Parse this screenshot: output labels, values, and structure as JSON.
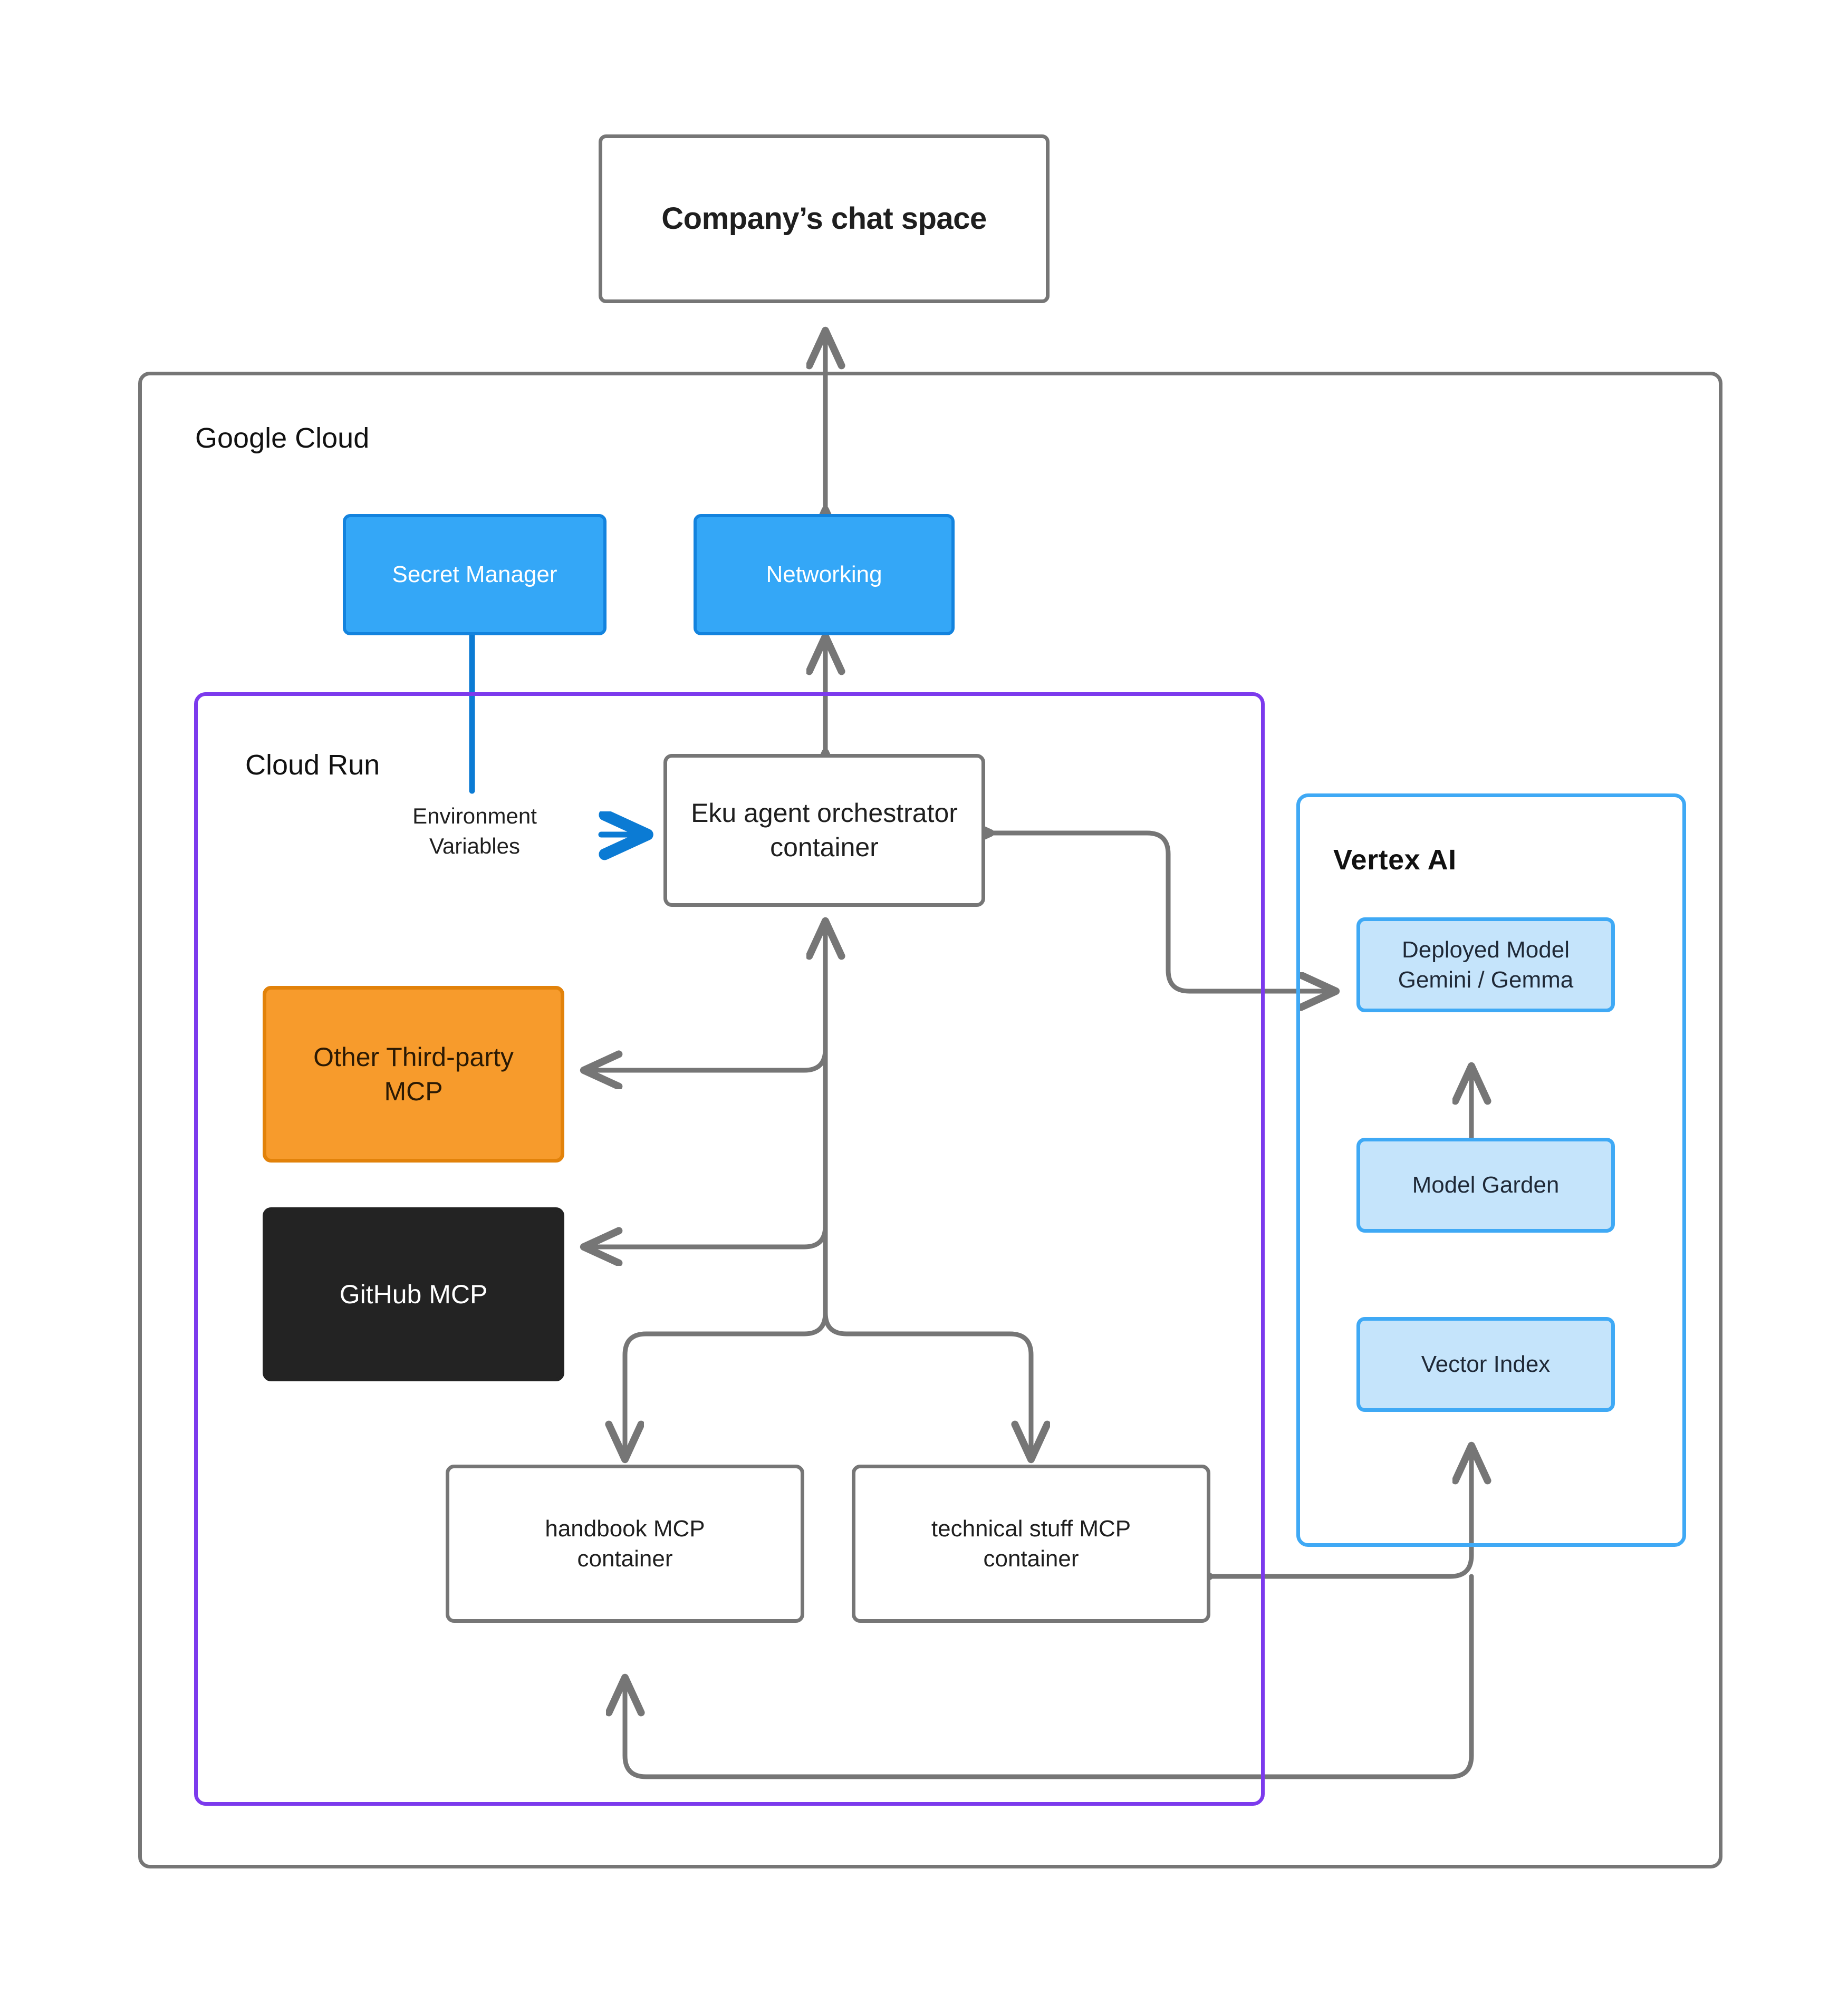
{
  "diagram": {
    "title": "Google Cloud Eku agent architecture",
    "colors": {
      "gray_stroke": "#767676",
      "purple_group": "#7C3AED",
      "vertex_blue": "#3FA9F5",
      "blue_node": "#34A7F7",
      "blue_node_border": "#1383DE",
      "light_blue_node": "#C5E4FB",
      "orange_node": "#F79B2C",
      "orange_node_border": "#E2820A",
      "dark_node": "#232323",
      "env_arrow_blue": "#0B7BD4"
    }
  },
  "nodes": {
    "chat_space": "Company’s chat space",
    "secret_manager": "Secret Manager",
    "networking": "Networking",
    "env_variables": "Environment\nVariables",
    "env_variables_line1": "Environment",
    "env_variables_line2": "Variables",
    "orchestrator_line1": "Eku agent orchestrator",
    "orchestrator_line2": "container",
    "other_mcp_line1": "Other Third-party",
    "other_mcp_line2": "MCP",
    "github_mcp": "GitHub MCP",
    "handbook_line1": "handbook MCP",
    "handbook_line2": "container",
    "technical_line1": "technical stuff MCP",
    "technical_line2": "container",
    "deployed_model_line1": "Deployed Model",
    "deployed_model_line2": "Gemini / Gemma",
    "model_garden": "Model Garden",
    "vector_index": "Vector Index"
  },
  "groups": {
    "google_cloud": "Google Cloud",
    "cloud_run": "Cloud Run",
    "vertex_ai": "Vertex AI"
  },
  "connections": [
    {
      "from": "networking",
      "to": "chat_space",
      "style": "double-arrow"
    },
    {
      "from": "networking",
      "to": "orchestrator",
      "style": "double-arrow"
    },
    {
      "from": "secret_manager",
      "to": "env_variables",
      "style": "line",
      "color": "blue"
    },
    {
      "from": "env_variables",
      "to": "orchestrator",
      "style": "arrow",
      "color": "blue"
    },
    {
      "from": "orchestrator",
      "to": "deployed_model",
      "style": "double-arrow"
    },
    {
      "from": "other_third_party_mcp",
      "to": "orchestrator",
      "style": "arrow"
    },
    {
      "from": "github_mcp",
      "to": "orchestrator",
      "style": "arrow"
    },
    {
      "from": "orchestrator",
      "to": "handbook_mcp_container",
      "style": "arrow"
    },
    {
      "from": "orchestrator",
      "to": "technical_stuff_mcp_container",
      "style": "arrow"
    },
    {
      "from": "technical_stuff_mcp_container",
      "to": "vector_index",
      "style": "double-arrow"
    },
    {
      "from": "vector_index",
      "to": "handbook_mcp_container",
      "style": "arrow"
    },
    {
      "from": "model_garden",
      "to": "deployed_model",
      "style": "arrow"
    }
  ]
}
